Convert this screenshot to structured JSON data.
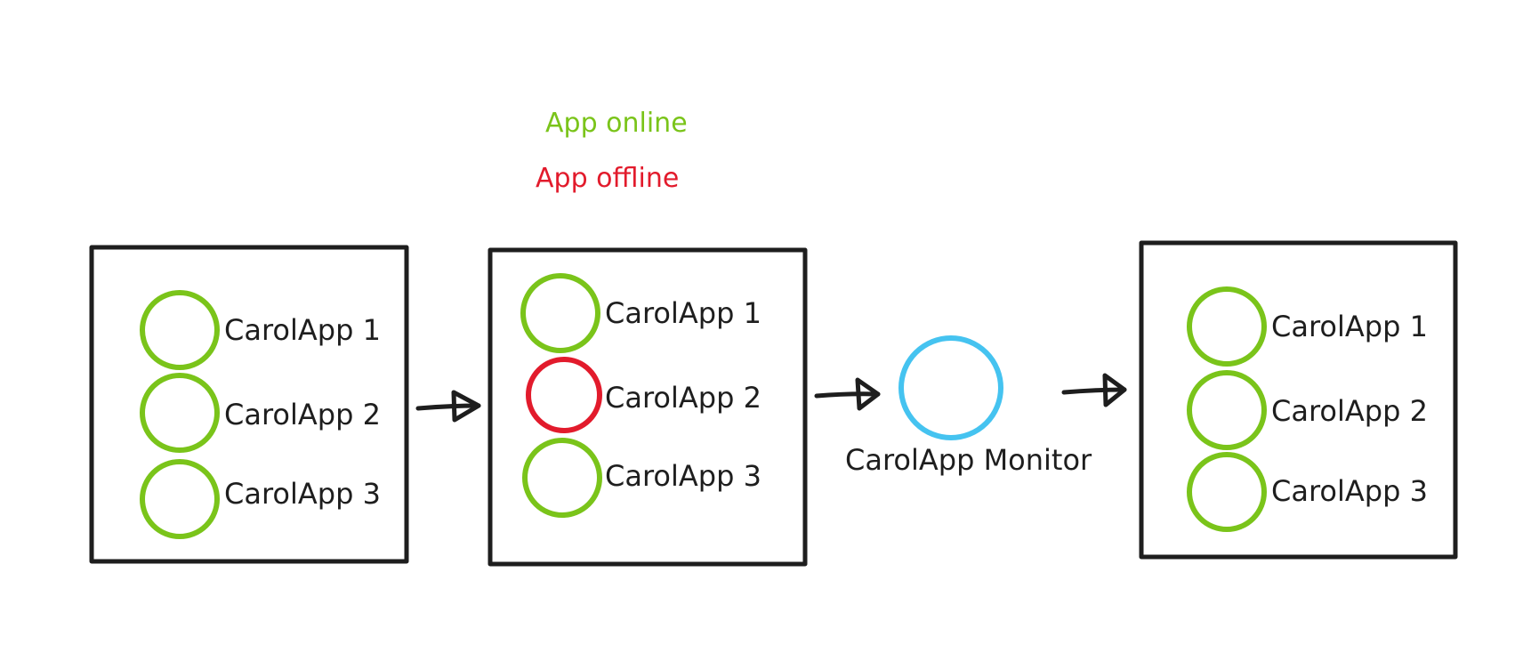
{
  "legend": {
    "online": {
      "label": "App online",
      "color": "#7ac41a"
    },
    "offline": {
      "label": "App offline",
      "color": "#e21b2c"
    }
  },
  "colors": {
    "monitor": "#45c3f0",
    "stroke": "#1e1e1e"
  },
  "stages": [
    {
      "apps": [
        {
          "label": "CarolApp 1",
          "status": "online"
        },
        {
          "label": "CarolApp 2",
          "status": "online"
        },
        {
          "label": "CarolApp 3",
          "status": "online"
        }
      ]
    },
    {
      "apps": [
        {
          "label": "CarolApp 1",
          "status": "online"
        },
        {
          "label": "CarolApp 2",
          "status": "offline"
        },
        {
          "label": "CarolApp 3",
          "status": "online"
        }
      ]
    },
    {
      "apps": [
        {
          "label": "CarolApp 1",
          "status": "online"
        },
        {
          "label": "CarolApp 2",
          "status": "online"
        },
        {
          "label": "CarolApp 3",
          "status": "online"
        }
      ]
    }
  ],
  "monitor": {
    "label": "CarolApp Monitor"
  }
}
